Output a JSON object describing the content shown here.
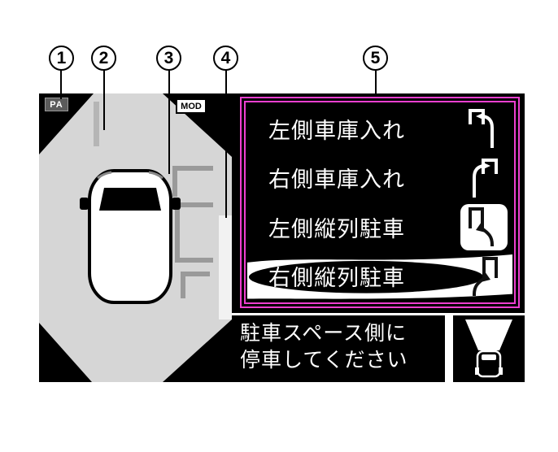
{
  "colors": {
    "accent_magenta": "#ee3fd0",
    "panel_black": "#000000",
    "road_gray": "#d6d6d6"
  },
  "callouts": [
    {
      "num": "1"
    },
    {
      "num": "2"
    },
    {
      "num": "3"
    },
    {
      "num": "4"
    },
    {
      "num": "5"
    }
  ],
  "camera_view": {
    "pa_badge": "PA",
    "mod_badge": "MOD"
  },
  "menu": {
    "items": [
      {
        "label": "左側車庫入れ",
        "icon": "garage-left-icon",
        "selected": false
      },
      {
        "label": "右側車庫入れ",
        "icon": "garage-right-icon",
        "selected": false
      },
      {
        "label": "左側縦列駐車",
        "icon": "parallel-left-icon",
        "selected": false
      },
      {
        "label": "右側縦列駐車",
        "icon": "parallel-right-icon",
        "selected": true
      }
    ]
  },
  "status_message": {
    "line1": "駐車スペース側に",
    "line2": "停車してください"
  }
}
